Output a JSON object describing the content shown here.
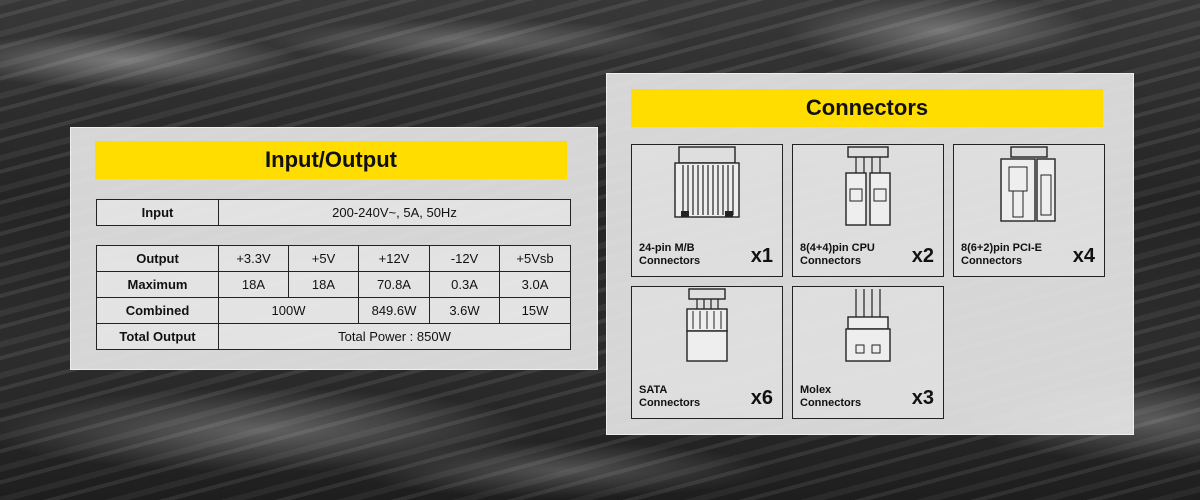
{
  "io": {
    "title": "Input/Output",
    "input_label": "Input",
    "input_value": "200-240V~, 5A, 50Hz",
    "output": {
      "header": [
        "Output",
        "+3.3V",
        "+5V",
        "+12V",
        "-12V",
        "+5Vsb"
      ],
      "maximum": [
        "Maximum",
        "18A",
        "18A",
        "70.8A",
        "0.3A",
        "3.0A"
      ],
      "combined": [
        "Combined",
        "100W",
        "849.6W",
        "3.6W",
        "15W"
      ],
      "total_label": "Total Output",
      "total_value": "Total Power : 850W"
    }
  },
  "connectors": {
    "title": "Connectors",
    "items": [
      {
        "name_line1": "24-pin M/B",
        "name_line2": "Connectors",
        "count": "x1",
        "icon": "atx-24pin-connector-icon"
      },
      {
        "name_line1": "8(4+4)pin CPU",
        "name_line2": "Connectors",
        "count": "x2",
        "icon": "cpu-8pin-connector-icon"
      },
      {
        "name_line1": "8(6+2)pin PCI-E",
        "name_line2": "Connectors",
        "count": "x4",
        "icon": "pcie-8pin-connector-icon"
      },
      {
        "name_line1": "SATA",
        "name_line2": "Connectors",
        "count": "x6",
        "icon": "sata-connector-icon"
      },
      {
        "name_line1": "Molex",
        "name_line2": "Connectors",
        "count": "x3",
        "icon": "molex-connector-icon"
      }
    ]
  },
  "colors": {
    "accent": "#ffdd00",
    "panel": "#e9e9e9",
    "border": "#222222"
  }
}
